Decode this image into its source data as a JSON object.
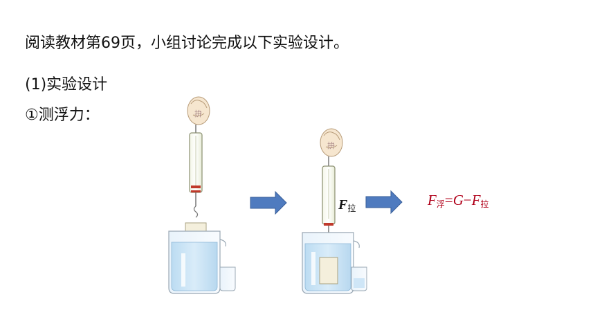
{
  "intro": "阅读教材第69页，小组讨论完成以下实验设计。",
  "section_heading": "(1)实验设计",
  "sub_heading": "①测浮力：",
  "force_label": {
    "symbol": "F",
    "subscript": "拉"
  },
  "formula": {
    "lhs": "F",
    "lhs_sub": "浮",
    "eq": "=",
    "g": "G",
    "minus": "−",
    "rhs": "F",
    "rhs_sub": "拉"
  },
  "colors": {
    "formula": "#b0001a",
    "arrow_fill": "#4f7bbf",
    "arrow_stroke": "#3a5f99",
    "water": "#cfe6f7"
  }
}
